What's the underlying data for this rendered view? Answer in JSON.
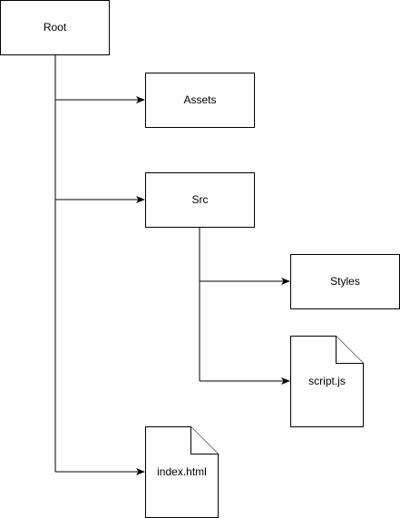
{
  "diagram": {
    "nodes": {
      "root": {
        "label": "Root",
        "kind": "folder"
      },
      "assets": {
        "label": "Assets",
        "kind": "folder"
      },
      "src": {
        "label": "Src",
        "kind": "folder"
      },
      "styles": {
        "label": "Styles",
        "kind": "folder"
      },
      "script_js": {
        "label": "script.js",
        "kind": "file"
      },
      "index_html": {
        "label": "index.html",
        "kind": "file"
      }
    },
    "edges": [
      {
        "from": "root",
        "to": "assets"
      },
      {
        "from": "root",
        "to": "src"
      },
      {
        "from": "root",
        "to": "index_html"
      },
      {
        "from": "src",
        "to": "styles"
      },
      {
        "from": "src",
        "to": "script_js"
      }
    ],
    "colors": {
      "stroke": "#000000",
      "fill": "#ffffff",
      "text": "#000000"
    }
  }
}
